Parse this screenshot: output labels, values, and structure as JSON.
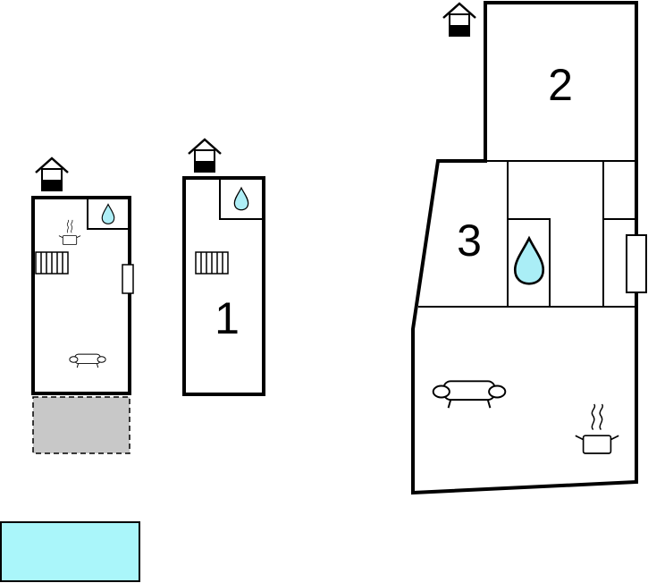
{
  "rooms": [
    {
      "number": "1"
    },
    {
      "number": "2"
    },
    {
      "number": "3"
    }
  ],
  "icons": [
    "entrance-icon",
    "water-drop-icon",
    "radiator-icon",
    "cooking-pot-icon",
    "sofa-icon"
  ],
  "colors": {
    "wall": "#000000",
    "water": "#aeeef6",
    "pool": "#aaf6fa",
    "terrace": "#c8c8c8",
    "background": "#ffffff"
  }
}
